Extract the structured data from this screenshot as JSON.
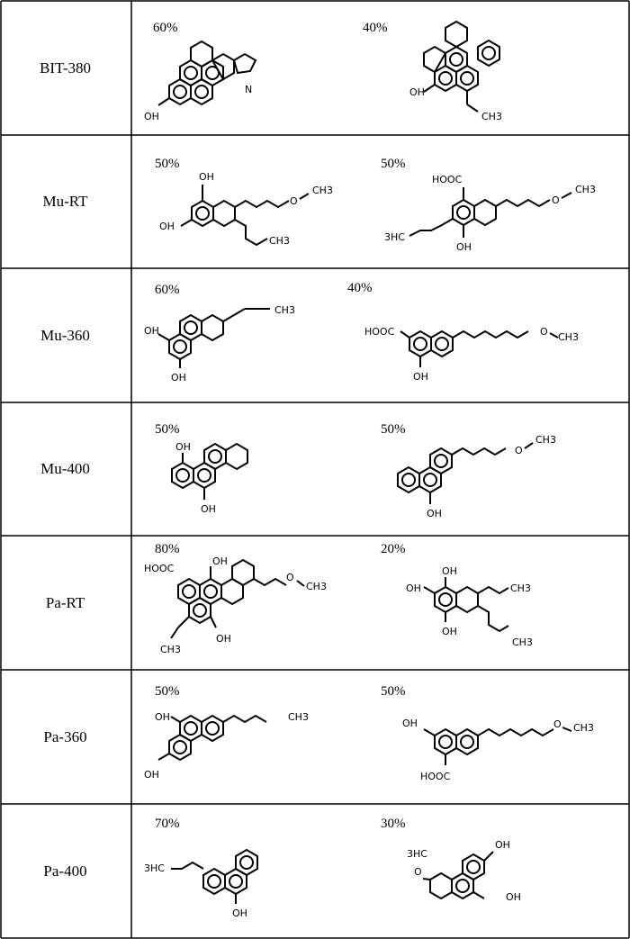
{
  "rows": [
    {
      "sample": "BIT-380",
      "p1": "60%",
      "p2": "40%"
    },
    {
      "sample": "Mu-RT",
      "p1": "50%",
      "p2": "50%"
    },
    {
      "sample": "Mu-360",
      "p1": "60%",
      "p2": "40%"
    },
    {
      "sample": "Mu-400",
      "p1": "50%",
      "p2": "50%"
    },
    {
      "sample": "Pa-RT",
      "p1": "80%",
      "p2": "20%"
    },
    {
      "sample": "Pa-360",
      "p1": "50%",
      "p2": "50%"
    },
    {
      "sample": "Pa-400",
      "p1": "70%",
      "p2": "30%"
    }
  ],
  "labels": {
    "oh": "OH",
    "ch3": "CH3",
    "o": "O",
    "n": "N",
    "cooh": "HOOC",
    "h3c": "3HC",
    "h3c_b": "3HC"
  }
}
